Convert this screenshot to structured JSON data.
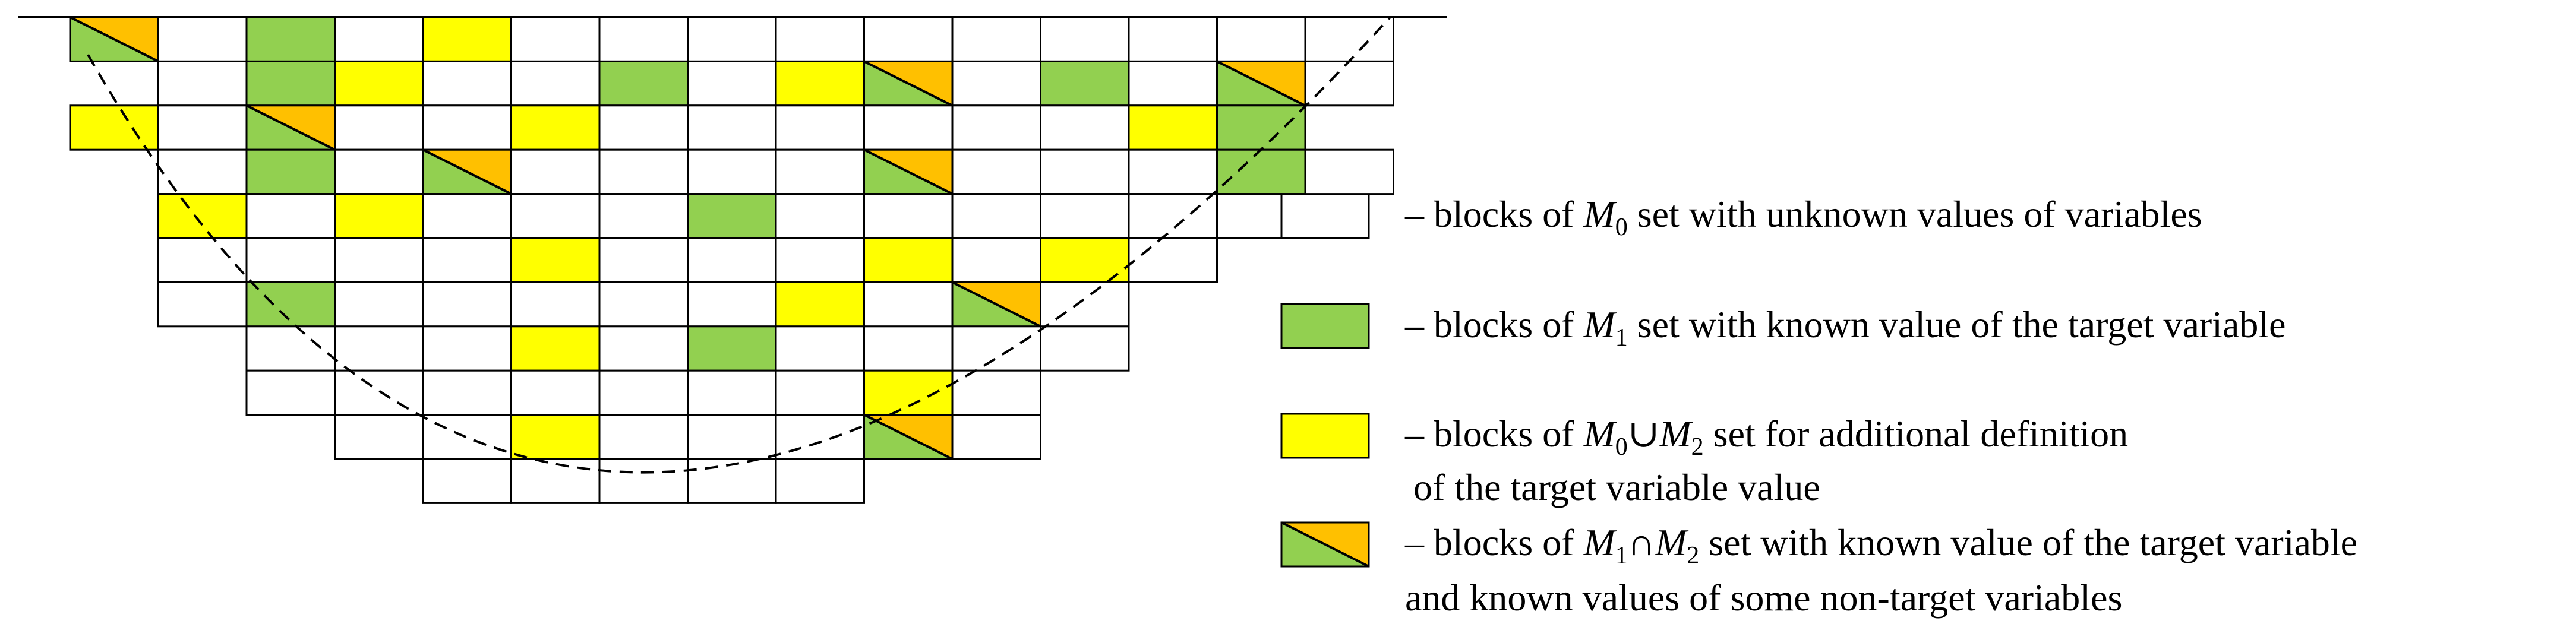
{
  "colors": {
    "unknown": "#ffffff",
    "known_target": "#92d050",
    "additional": "#ffff00",
    "mixed_orange": "#ffc000",
    "stroke": "#000000"
  },
  "legend": [
    {
      "kind": "unknown",
      "parts": [
        {
          "t": "– blocks of ",
          "s": "text"
        },
        {
          "t": "M",
          "s": "italic"
        },
        {
          "t": "0",
          "s": "sub"
        },
        {
          "t": " set with unknown values of variables",
          "s": "text"
        }
      ]
    },
    {
      "kind": "known_target",
      "parts": [
        {
          "t": "– blocks of ",
          "s": "text"
        },
        {
          "t": "M",
          "s": "italic"
        },
        {
          "t": "1",
          "s": "sub"
        },
        {
          "t": " set with known value of the target variable",
          "s": "text"
        }
      ]
    },
    {
      "kind": "additional",
      "parts": [
        {
          "t": "– blocks of ",
          "s": "text"
        },
        {
          "t": "M",
          "s": "italic"
        },
        {
          "t": "0",
          "s": "sub"
        },
        {
          "t": "∪",
          "s": "text"
        },
        {
          "t": "M",
          "s": "italic"
        },
        {
          "t": "2",
          "s": "sub"
        },
        {
          "t": " set for additional definition",
          "s": "text"
        }
      ],
      "line2": "of the target variable value"
    },
    {
      "kind": "mixed",
      "parts": [
        {
          "t": "– blocks of ",
          "s": "text"
        },
        {
          "t": "M",
          "s": "italic"
        },
        {
          "t": "1",
          "s": "sub"
        },
        {
          "t": "∩",
          "s": "text"
        },
        {
          "t": "M",
          "s": "italic"
        },
        {
          "t": "2",
          "s": "sub"
        },
        {
          "t": " set with known value of the target variable",
          "s": "text"
        }
      ],
      "line2": "and known values of some non-target variables"
    }
  ],
  "grid": {
    "rows": [
      {
        "start": 0,
        "cells": "MWGWYWWWWWWWWWW"
      },
      {
        "start": 1,
        "cells": "WGYWWGWYMWGWMW"
      },
      {
        "start": 0,
        "cells": "YWMWWYWWWWWWYG"
      },
      {
        "start": 1,
        "cells": "WGWMWWWWMWWWGW"
      },
      {
        "start": 1,
        "cells": "YWYWWWGWWWWWW"
      },
      {
        "start": 1,
        "cells": "WWWWYWWWYWYW"
      },
      {
        "start": 1,
        "cells": "WGWWWWWYWMW"
      },
      {
        "start": 2,
        "cells": "WWWYWGWWWW"
      },
      {
        "start": 2,
        "cells": "WWWWWWWYW"
      },
      {
        "start": 3,
        "cells": "WWYWWWMW"
      },
      {
        "start": 4,
        "cells": "WWWWW"
      }
    ]
  }
}
